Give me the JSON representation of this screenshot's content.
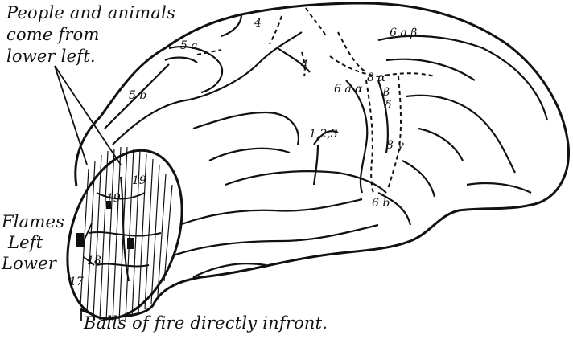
{
  "annotations": {
    "people_animals": [
      "People and animals",
      "come from",
      "lower left."
    ],
    "flames": [
      "Flames",
      "Left",
      "Lower"
    ],
    "balls_of_fire": "Balls of fire directly infront."
  },
  "area_labels": {
    "a4_top": "4",
    "a4_mid": "4",
    "a5a": "5 a",
    "a5b": "5 b",
    "a6ab": "6 a β",
    "a6aa": "6 a α",
    "a8abd": [
      "8 α",
      "β",
      "δ"
    ],
    "a123": "1,2,3",
    "a8g": "8 γ",
    "a6b": "6 b",
    "a19": "19",
    "a19b": "19",
    "a18": "18",
    "a17": "17"
  },
  "colors": {
    "ink": "#111111",
    "background": "#ffffff"
  }
}
